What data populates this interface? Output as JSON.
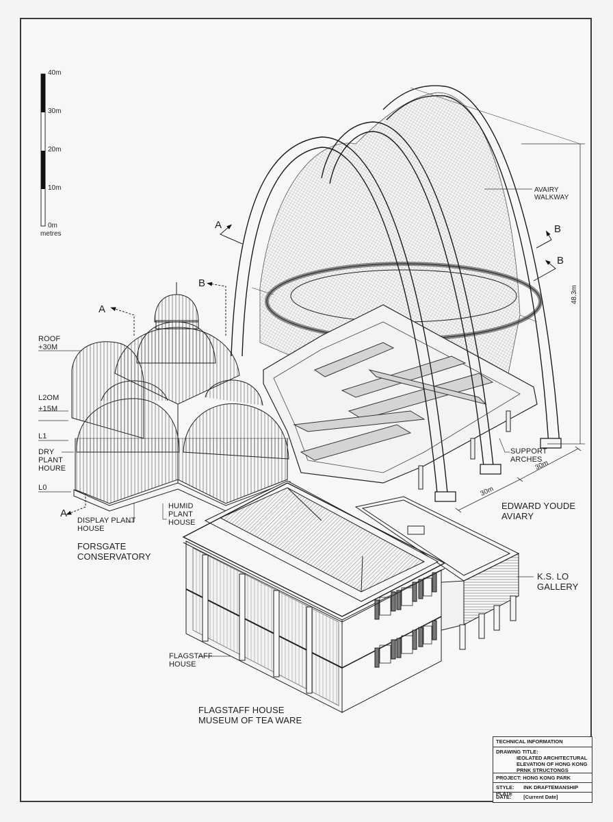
{
  "scale_bar": {
    "ticks": [
      "40m",
      "30m",
      "20m",
      "10m",
      "0m"
    ],
    "unit_label": "metres"
  },
  "section_markers": {
    "a_upper_left": "A",
    "a_aviary": "A",
    "a_bottom": "A",
    "b_conservatory": "B",
    "b_right_upper": "B",
    "b_right_lower": "B"
  },
  "levels": {
    "roof": "ROOF\n+30m",
    "l2": "L2om",
    "l2_height": "+15m",
    "l1": "L1",
    "dry_plant_house": "DRY\nPLANT\nHOURE",
    "l0": "L0"
  },
  "conservatory": {
    "display_plant_house": "DISPLAY PLANT\nHOUSE",
    "humid_plant_house": "HUMID\nPLANT\nHOUSE",
    "title": "FORSGATE\nCONSERVATORY"
  },
  "aviary": {
    "walkway": "AVAIRY\nWALKWAY",
    "support_arches": "SUPPORT\nARCHES",
    "height_dim": "48.3m",
    "dim_width_1": "30m",
    "dim_width_2": "30m",
    "title": "EDWARD YOUDE\nAVIARY"
  },
  "gallery": {
    "title": "K.S. LO\nGALLERY"
  },
  "flagstaff": {
    "house_label": "FLAGSTAFF\nHOUSE",
    "title": "FLAGSTAFF HOUSE\nMUSEUM OF TEA WARE"
  },
  "title_block": {
    "header": "TECHNICAL INFORMATION",
    "drawing_title_key": "DRAWING TITLE:",
    "drawing_title_value": "IEOLATED ARCHITECTURAL\nELEVATION OF HONG KONG\nPRNK STRUCTONGS",
    "project_key": "PROJECT:",
    "project_value": "HONG KONG PARK",
    "style_key": "STYLE:",
    "style_value": "INK DRAFTEMANSHIP PLATE",
    "date_key": "DATE:",
    "date_value": "[Current Date]"
  },
  "colors": {
    "ink": "#1f1f1f",
    "paper": "#f7f7f7",
    "mesh": "#9a9a9a",
    "hatch": "#555555"
  }
}
